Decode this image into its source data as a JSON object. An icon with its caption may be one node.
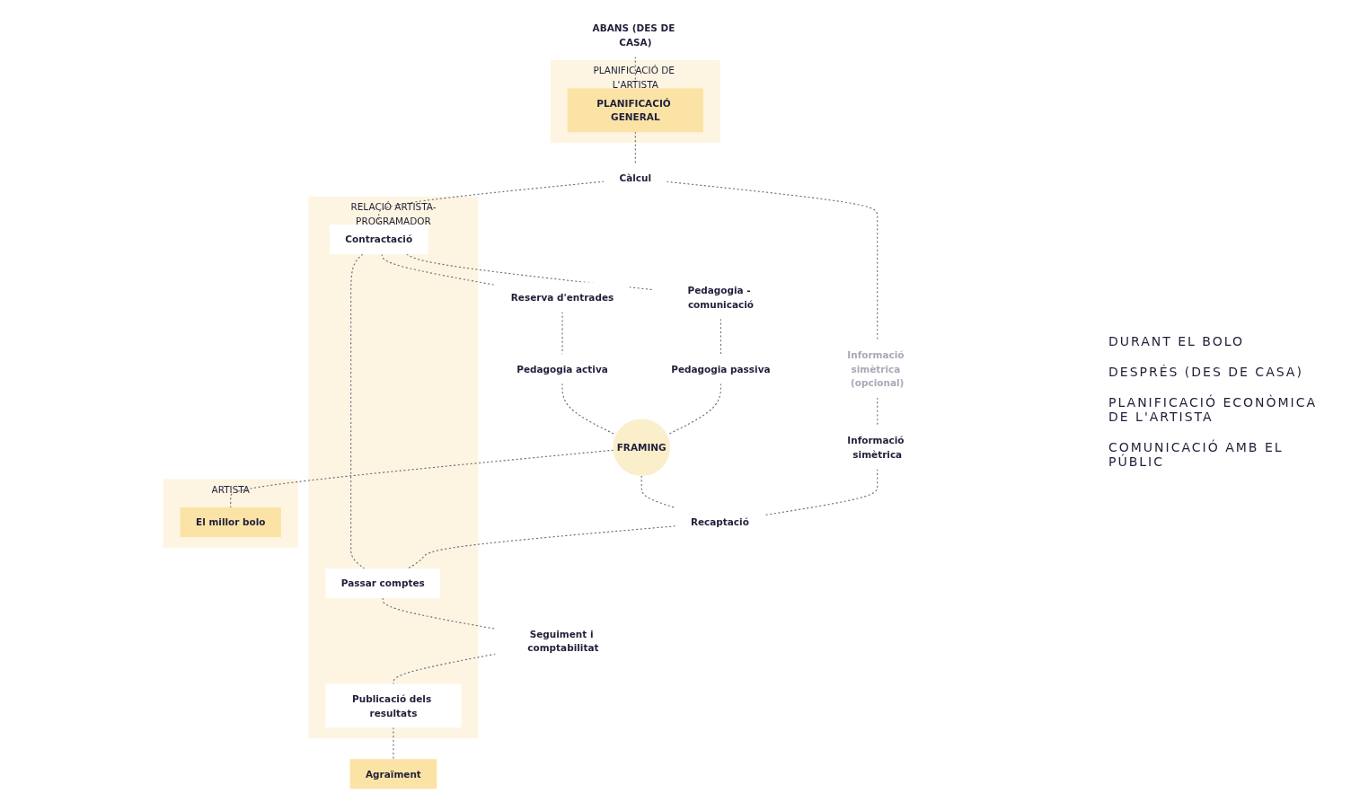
{
  "diagram": {
    "nodes": [
      {
        "text": [
          "ABANS (DES DE CASA)"
        ]
      },
      {
        "text": [
          "PLANIFICACIÓ DE L'ARTISTA"
        ]
      },
      {
        "text": [
          "PLANIFICACIÓ GENERAL"
        ],
        "in": 1
      },
      {
        "text": [
          "Càlcul"
        ]
      },
      {
        "text": [
          "Informació simètrica (opcional)"
        ]
      },
      {
        "text": [
          "Informació simètrica"
        ]
      },
      {
        "text": [
          "Seguiment i comptabilitat"
        ]
      },
      {
        "text": [
          "RELACIÓ ARTISTA-PROGRAMADOR"
        ]
      },
      {
        "text": [
          "Contractació"
        ],
        "in": 7
      },
      {
        "text": [
          "Passar comptes"
        ],
        "in": 7
      },
      {
        "text": [
          "Publicació dels resultats"
        ],
        "in": 7
      },
      {
        "text": [
          "Reserva d'entrades"
        ]
      },
      {
        "text": [
          "Pedagogia activa"
        ]
      },
      {
        "text": [
          "FRAMING"
        ]
      },
      {
        "text": [
          "Recaptació"
        ]
      },
      {
        "text": [
          "Agraïment"
        ]
      },
      {
        "text": [
          "Pedagogia - comunicació"
        ]
      },
      {
        "text": [
          "Pedagogia passiva"
        ]
      },
      {
        "text": [
          "ARTISTA"
        ]
      },
      {
        "text": [
          "El millor bolo"
        ],
        "in": 18
      }
    ],
    "edges": [
      {
        "from": 0,
        "to": 2,
        "arrow": "none",
        "style": "dashed"
      },
      {
        "from": 2,
        "to": 3,
        "arrow": "none",
        "style": "dashed"
      },
      {
        "from": 3,
        "to": 4,
        "arrow": "none",
        "style": "dashed"
      },
      {
        "from": 4,
        "to": 5,
        "arrow": "none",
        "style": "dashed"
      },
      {
        "from": 3,
        "to": 8,
        "arrow": "none",
        "style": "dashed"
      },
      {
        "from": 8,
        "to": 9,
        "arrow": "none",
        "style": "dashed"
      },
      {
        "from": 8,
        "to": 16,
        "arrow": "none",
        "style": "dashed"
      },
      {
        "from": 8,
        "to": 11,
        "arrow": "none",
        "style": "dashed"
      },
      {
        "from": 11,
        "to": 12,
        "arrow": "none",
        "style": "dashed"
      },
      {
        "from": 16,
        "to": 17,
        "arrow": "none",
        "style": "dashed"
      },
      {
        "from": 12,
        "to": 13,
        "arrow": "none",
        "style": "dashed"
      },
      {
        "from": 17,
        "to": 13,
        "arrow": "none",
        "style": "dashed"
      },
      {
        "from": 13,
        "to": 14,
        "arrow": "none",
        "style": "dashed"
      },
      {
        "from": 13,
        "to": 19,
        "arrow": "none",
        "style": "dashed"
      },
      {
        "from": 5,
        "to": 14,
        "arrow": "none",
        "style": "dashed"
      },
      {
        "from": 14,
        "to": 9,
        "arrow": "none",
        "style": "dashed"
      },
      {
        "from": 9,
        "to": 6,
        "arrow": "none",
        "style": "dashed"
      },
      {
        "from": 6,
        "to": 10,
        "arrow": "none",
        "style": "dashed"
      },
      {
        "from": 10,
        "to": 15,
        "arrow": "none",
        "style": "dashed"
      }
    ],
    "labels": [
      "DURANT EL BOLO",
      "DESPRÉS (DES DE CASA)",
      "PLANIFICACIÓ ECONÒMICA DE L'ARTISTA",
      "COMUNICACIÓ AMB EL PÚBLIC"
    ]
  }
}
